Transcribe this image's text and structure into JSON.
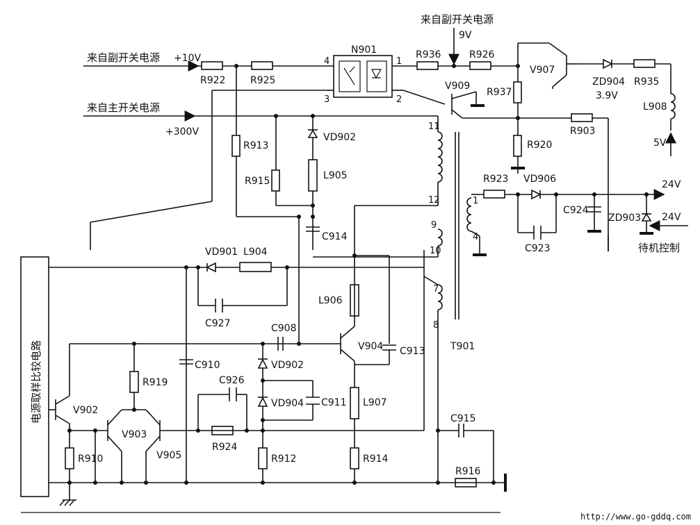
{
  "labels": {
    "src_aux_10v": "来自副开关电源",
    "v10": "+10V",
    "src_main": "来自主开关电源",
    "v300": "+300V",
    "src_aux_9v": "来自副开关电源",
    "v9": "9V",
    "v5": "5V",
    "v24a": "24V",
    "v24b": "24V",
    "standby": "待机控制",
    "compare_block": "电源取样比较电路",
    "url": "http://www.go-gddq.com"
  },
  "parts": {
    "N901": "N901",
    "R922": "R922",
    "R925": "R925",
    "R936": "R936",
    "R926": "R926",
    "V907": "V907",
    "ZD904": "ZD904",
    "ZD904_v": "3.9V",
    "R935": "R935",
    "L908": "L908",
    "V909": "V909",
    "R937": "R937",
    "R920": "R920",
    "R903": "R903",
    "R913": "R913",
    "VD902a": "VD902",
    "L905": "L905",
    "R915": "R915",
    "C914": "C914",
    "R923": "R923",
    "VD906": "VD906",
    "C924": "C924",
    "ZD903": "ZD903",
    "C923": "C923",
    "VD901": "VD901",
    "L904": "L904",
    "C927": "C927",
    "L906": "L906",
    "C908": "C908",
    "V904": "V904",
    "C913": "C913",
    "T901": "T901",
    "C910": "C910",
    "VD902b": "VD902",
    "C926": "C926",
    "VD904": "VD904",
    "C911": "C911",
    "L907": "L907",
    "R919": "R919",
    "V902": "V902",
    "V903": "V903",
    "V905": "V905",
    "R924": "R924",
    "R910": "R910",
    "R912": "R912",
    "R914": "R914",
    "C915": "C915",
    "R916": "R916"
  },
  "pins": {
    "p4": "4",
    "p3": "3",
    "p1": "1",
    "p2": "2",
    "t11": "11",
    "t12": "12",
    "t9": "9",
    "t10": "10",
    "t7": "7",
    "t8": "8",
    "s1": "1",
    "s4": "4"
  }
}
